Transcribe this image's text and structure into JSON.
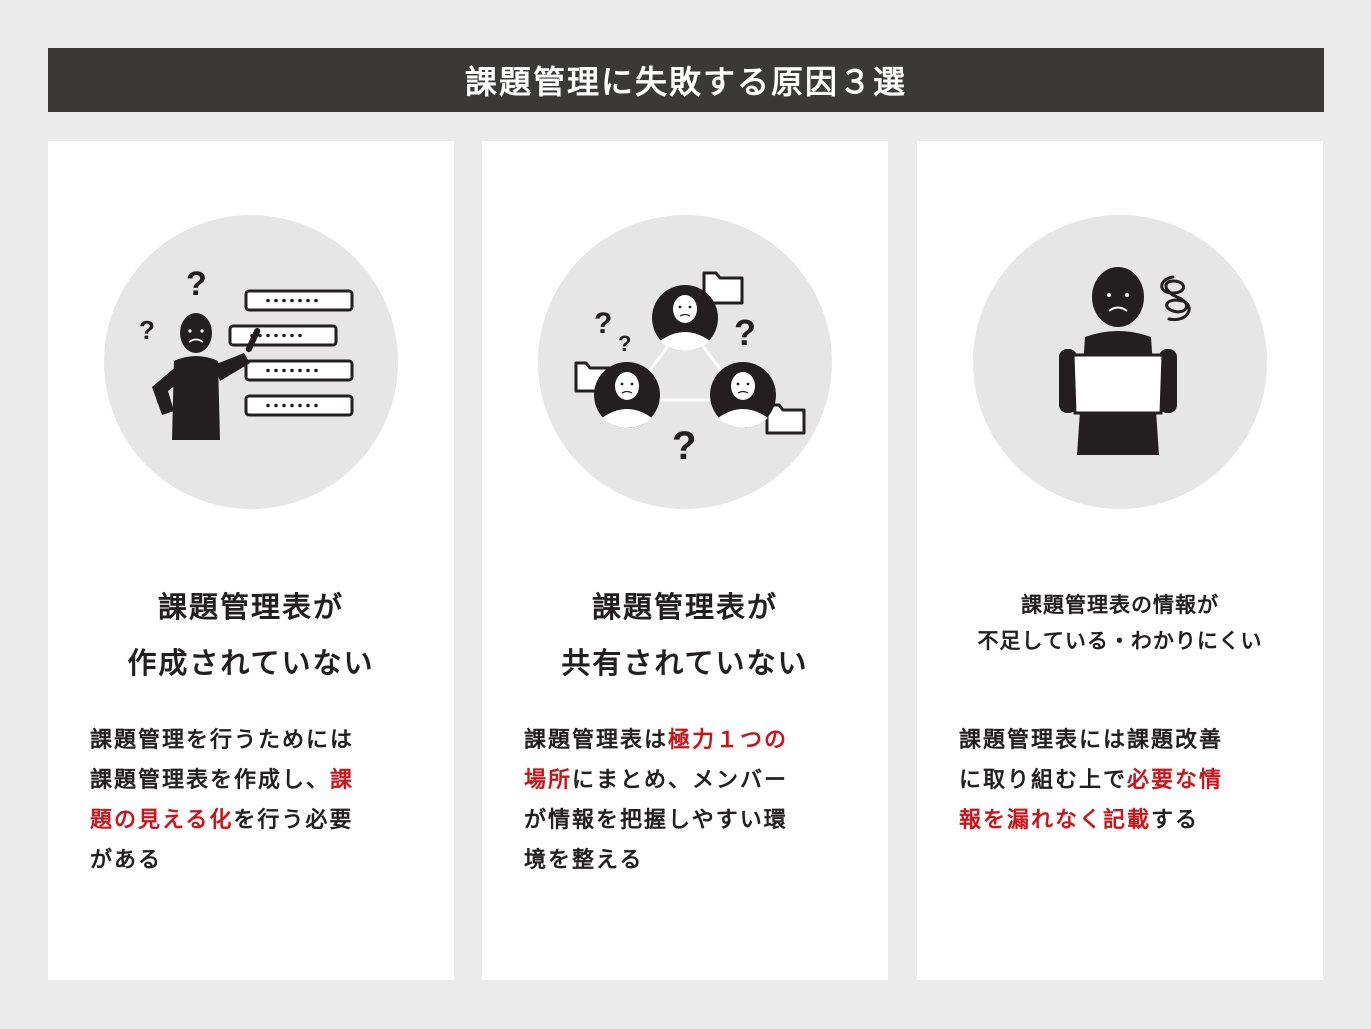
{
  "title": "課題管理に失敗する原因３選",
  "colors": {
    "background": "#ebebeb",
    "title_bar": "#3b3838",
    "card": "#ffffff",
    "circle": "#e6e6e6",
    "text": "#231f20",
    "highlight": "#c8161d"
  },
  "cards": [
    {
      "icon": "person-with-list-confused-icon",
      "heading": [
        "課題管理表が",
        "作成されていない"
      ],
      "description": [
        [
          {
            "t": "課題管理を行うためには",
            "h": false
          }
        ],
        [
          {
            "t": "課題管理表を作成し、",
            "h": false
          },
          {
            "t": "課",
            "h": true
          }
        ],
        [
          {
            "t": "題の見える化",
            "h": true
          },
          {
            "t": "を行う必要",
            "h": false
          }
        ],
        [
          {
            "t": "がある",
            "h": false
          }
        ]
      ]
    },
    {
      "icon": "team-not-sharing-icon",
      "heading": [
        "課題管理表が",
        "共有されていない"
      ],
      "description": [
        [
          {
            "t": "課題管理表は",
            "h": false
          },
          {
            "t": "極力１つの",
            "h": true
          }
        ],
        [
          {
            "t": "場所",
            "h": true
          },
          {
            "t": "にまとめ、メンバー",
            "h": false
          }
        ],
        [
          {
            "t": "が情報を把握しやすい環",
            "h": false
          }
        ],
        [
          {
            "t": "境を整える",
            "h": false
          }
        ]
      ]
    },
    {
      "icon": "person-reading-confused-icon",
      "heading": [
        "課題管理表の情報が",
        "不足している・わかりにくい"
      ],
      "description": [
        [
          {
            "t": "課題管理表には課題改善",
            "h": false
          }
        ],
        [
          {
            "t": "に取り組む上で",
            "h": false
          },
          {
            "t": "必要な情",
            "h": true
          }
        ],
        [
          {
            "t": "報を漏れなく記載",
            "h": true
          },
          {
            "t": "する",
            "h": false
          }
        ]
      ]
    }
  ]
}
